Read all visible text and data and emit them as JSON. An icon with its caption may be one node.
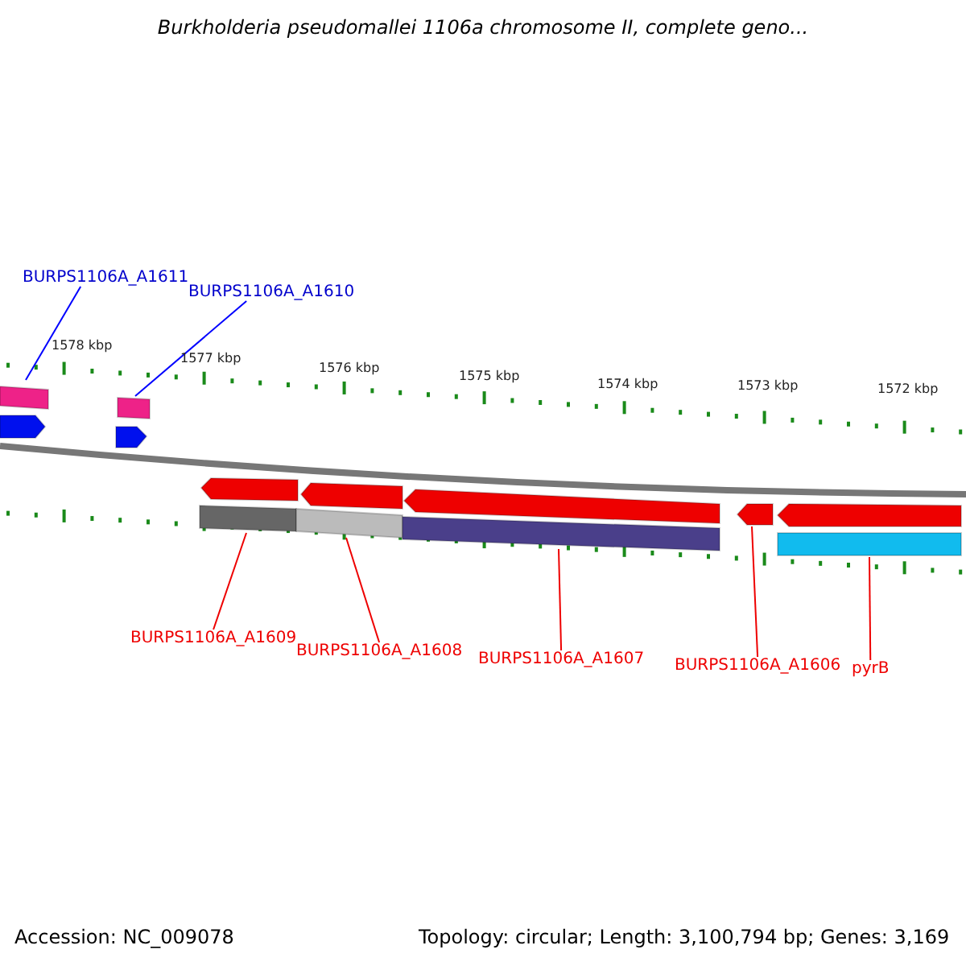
{
  "diagram": {
    "title": "Burkholderia pseudomallei 1106a chromosome II, complete geno...",
    "nodes": [
      {
        "text": [
          "BURPS1106A_A1611"
        ]
      },
      {
        "text": [
          "BURPS1106A_A1610"
        ]
      },
      {
        "text": [
          "BURPS1106A_A1609"
        ]
      },
      {
        "text": [
          "BURPS1106A_A1608"
        ]
      },
      {
        "text": [
          "BURPS1106A_A1607"
        ]
      },
      {
        "text": [
          "BURPS1106A_A1606"
        ]
      },
      {
        "text": [
          "pyrB"
        ]
      },
      {
        "text": [],
        "shape": "bar"
      },
      {
        "text": [],
        "shape": "bar"
      },
      {
        "text": [],
        "shape": "bar"
      },
      {
        "text": [],
        "shape": "bar"
      },
      {
        "text": [],
        "shape": "bar"
      },
      {
        "text": [],
        "shape": "arrow"
      },
      {
        "text": [],
        "shape": "bar"
      }
    ],
    "edges": [
      {
        "from": 0,
        "to": 7,
        "arrow": "none",
        "color": "#0000ff"
      },
      {
        "from": 1,
        "to": 8,
        "arrow": "none",
        "color": "#0000ff"
      },
      {
        "from": 2,
        "to": 9,
        "arrow": "none"
      },
      {
        "from": 3,
        "to": 10,
        "arrow": "none"
      },
      {
        "from": 4,
        "to": 11,
        "arrow": "none"
      },
      {
        "from": 5,
        "to": 12,
        "arrow": "none"
      },
      {
        "from": 6,
        "to": 13,
        "arrow": "none"
      }
    ],
    "labels": [
      "1578 kbp",
      "1577 kbp",
      "1576 kbp",
      "1575 kbp",
      "1574 kbp",
      "1573 kbp",
      "1572 kbp",
      "Accession: NC_009078",
      "Topology: circular; Length: 3,100,794 bp; Genes: 3,169"
    ]
  }
}
